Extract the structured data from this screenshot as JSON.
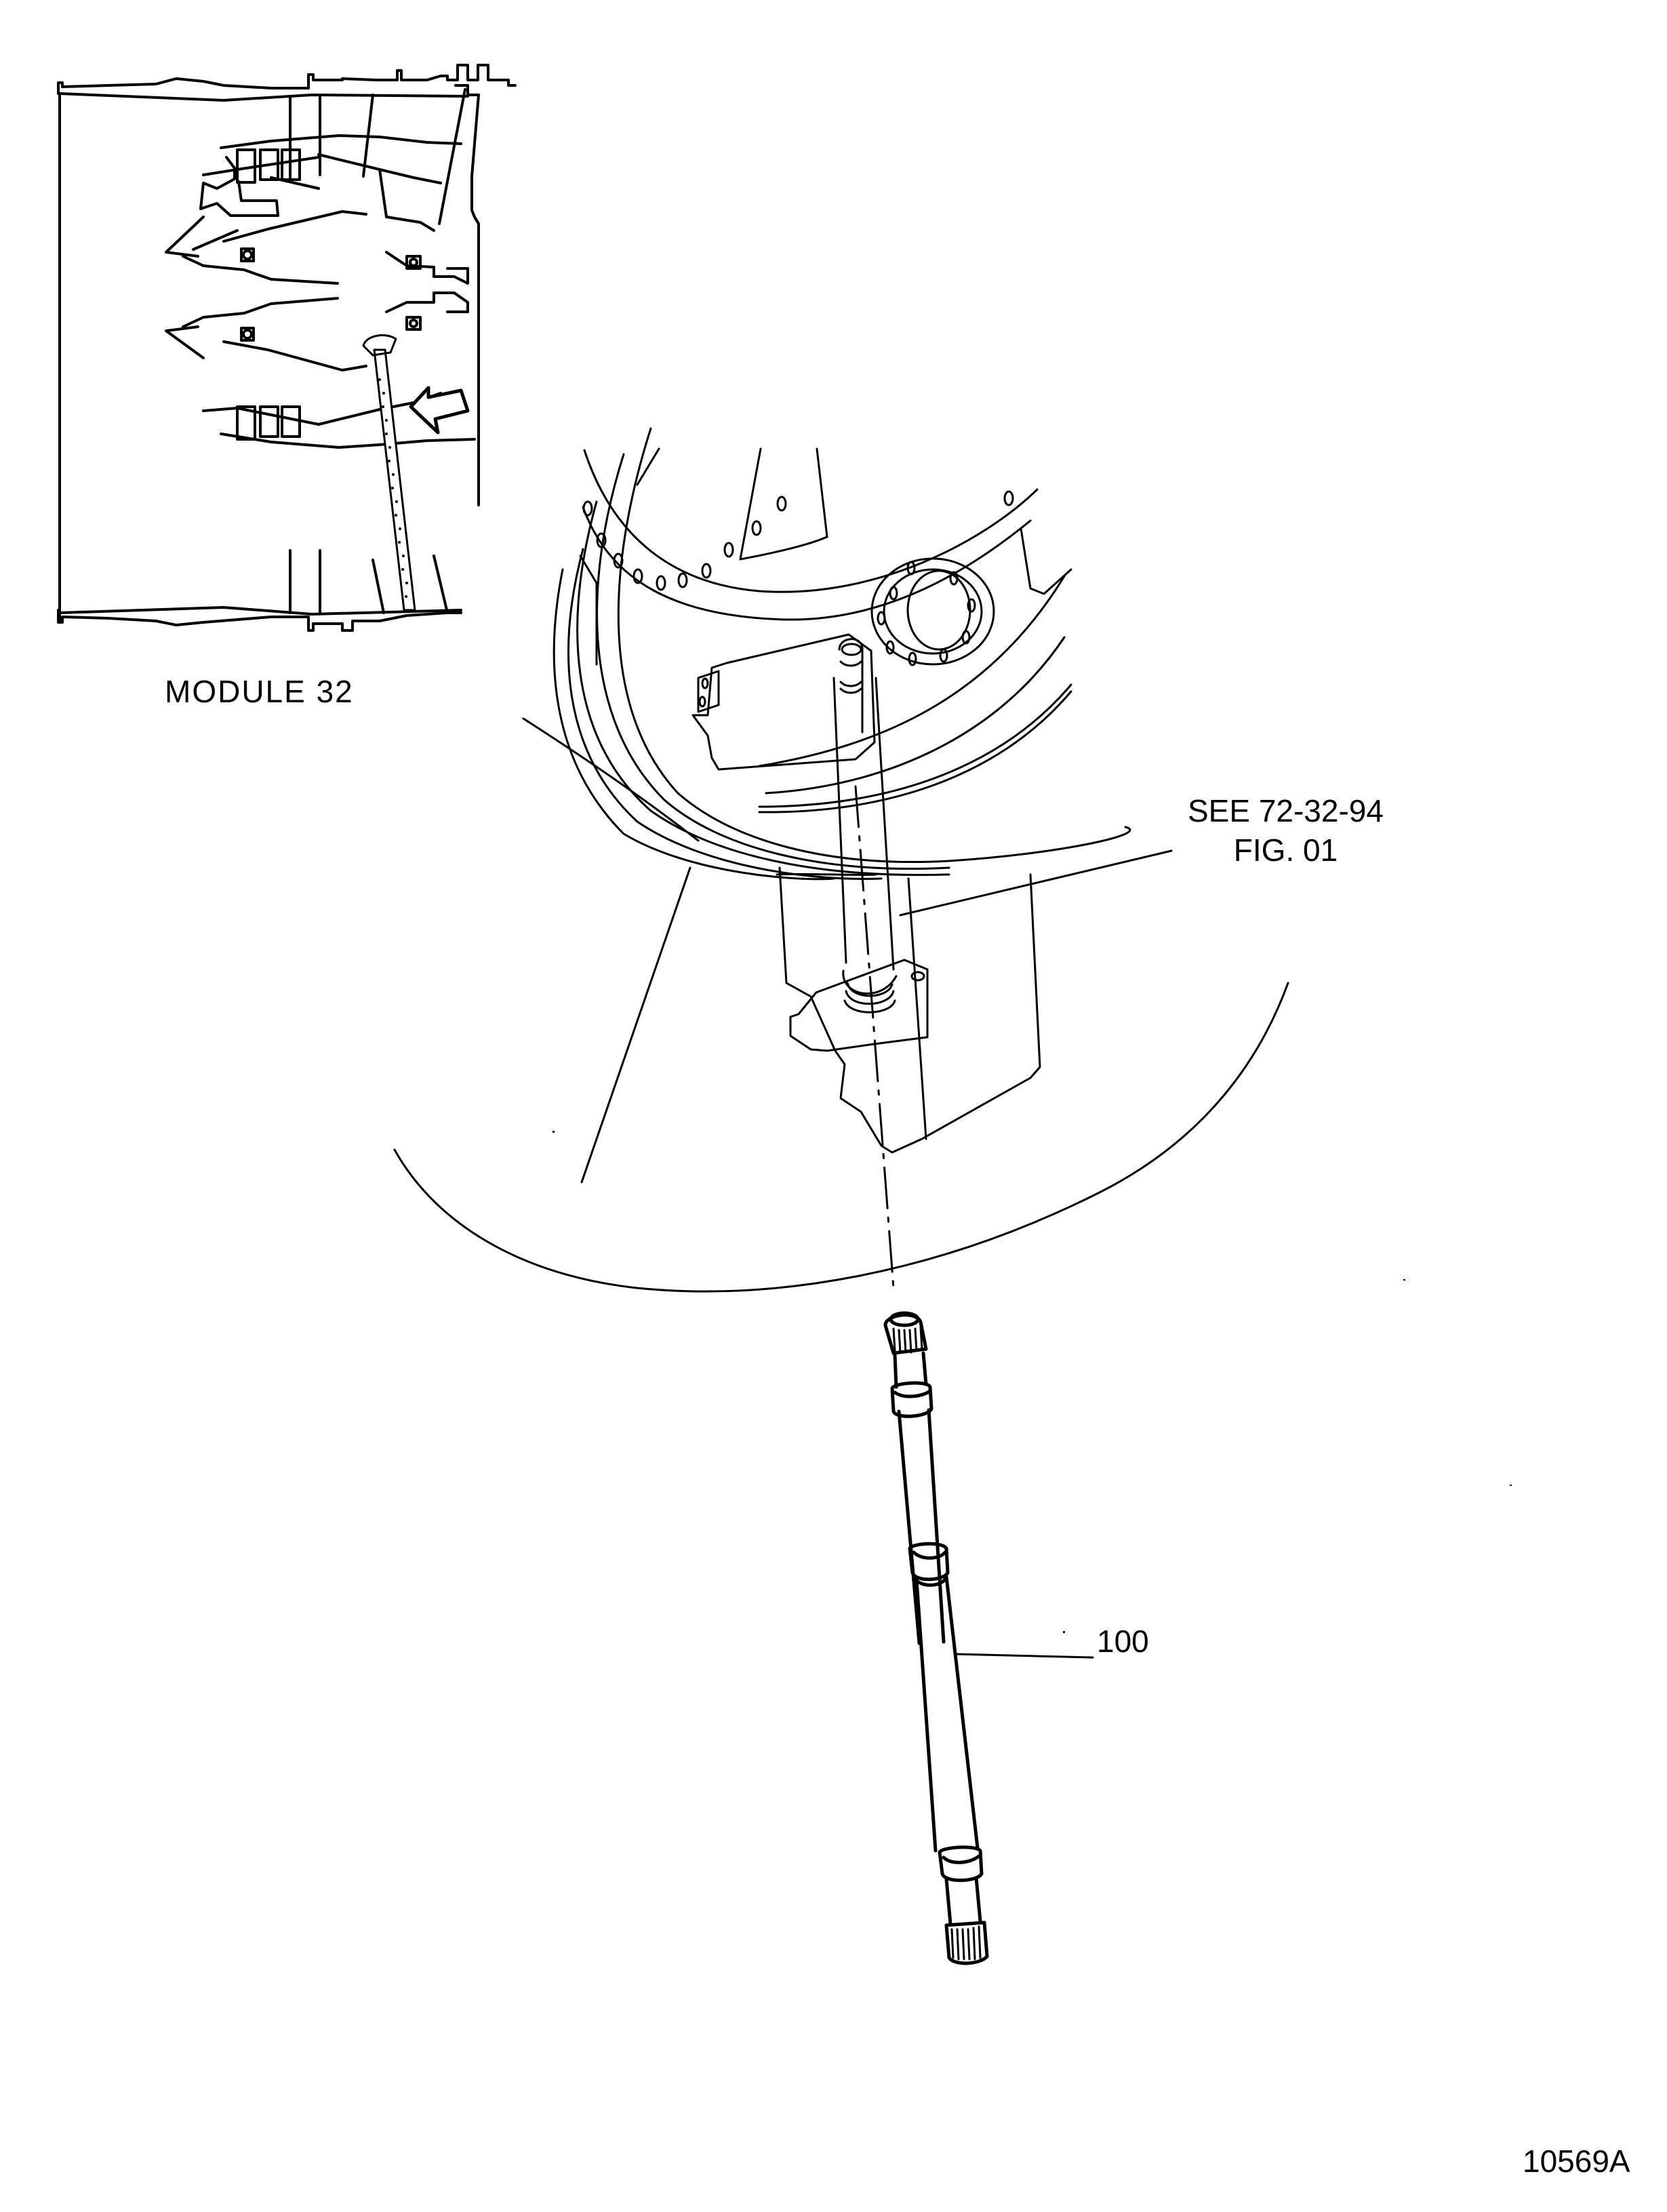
{
  "figure": {
    "inset": {
      "title": "MODULE 32"
    },
    "callouts": {
      "reference_line1": "SEE  72-32-94",
      "reference_line2": "FIG. 01",
      "item_number": "100"
    },
    "drawing_id": "10569A"
  },
  "colors": {
    "line": "#000000",
    "background": "#ffffff"
  },
  "icons": {
    "inset_arrow": "left-pointing-arrow-icon"
  }
}
